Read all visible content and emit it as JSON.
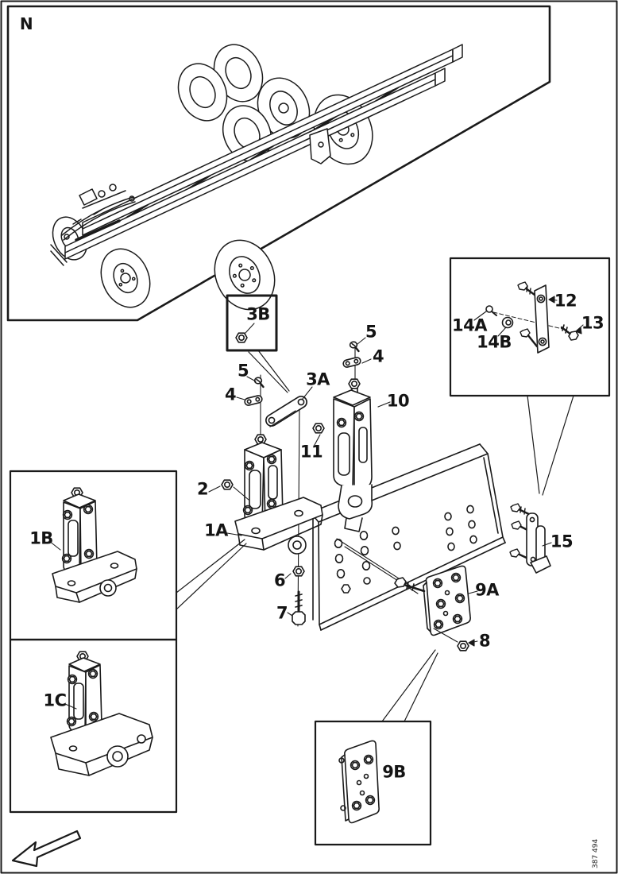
{
  "figure": {
    "view_label": "N",
    "figure_number": "387 494"
  },
  "callouts": {
    "n": "N",
    "1A": "1A",
    "1B": "1B",
    "1C": "1C",
    "2": "2",
    "3A": "3A",
    "3B": "3B",
    "4L": "4",
    "4R": "4",
    "5L": "5",
    "5R": "5",
    "6": "6",
    "7": "7",
    "8": "8",
    "9A": "9A",
    "9B": "9B",
    "10": "10",
    "11": "11",
    "12": "12",
    "13": "13",
    "14A": "14A",
    "14B": "14B",
    "15": "15"
  }
}
